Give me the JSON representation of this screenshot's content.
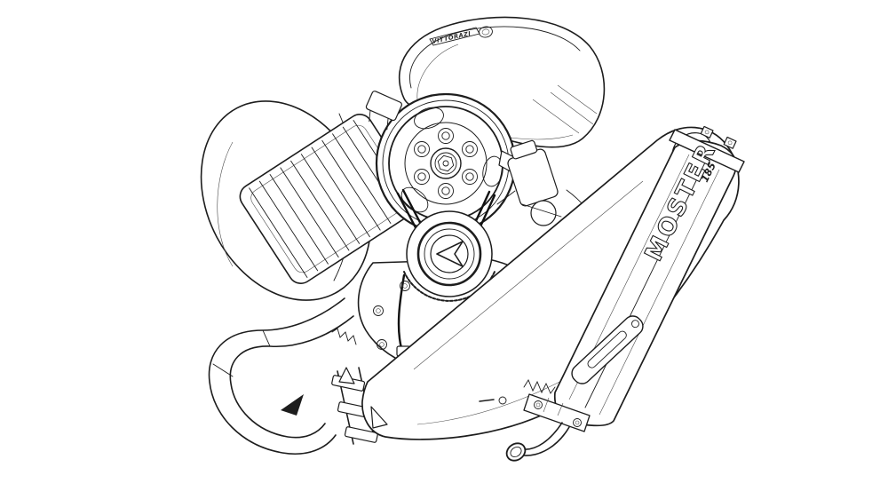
{
  "illustration": {
    "subject": "two-stroke paramotor engine with expansion chamber and silencer - technical line drawing",
    "style": "black outline CAD-style illustration on white background",
    "colors": {
      "background": "#ffffff",
      "line": "#1d1d1d"
    },
    "airbox": {
      "logo_text": "VITTORAZI"
    },
    "muffler": {
      "brand_text": "MOSTER",
      "model_text": "185"
    }
  }
}
